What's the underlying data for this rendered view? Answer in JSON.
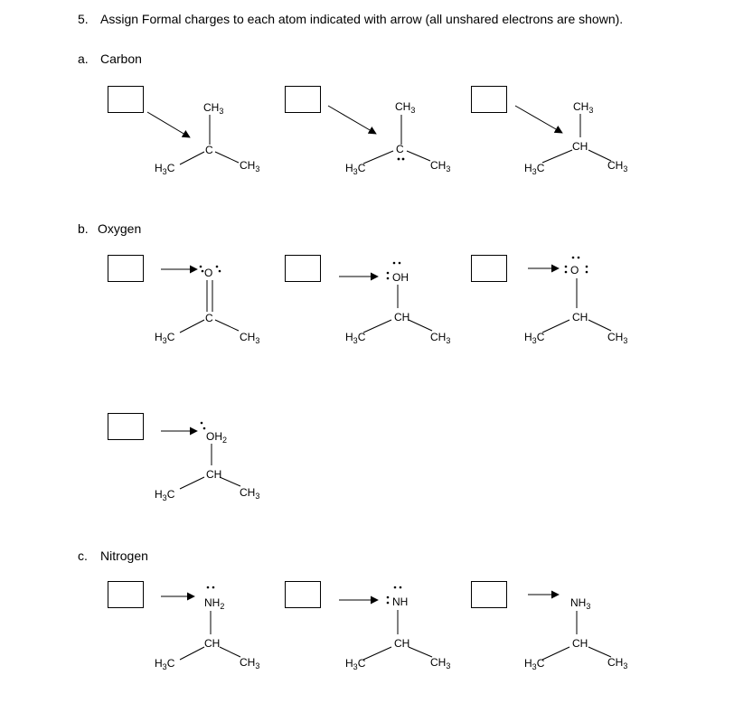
{
  "question": {
    "number": "5.",
    "text": "Assign Formal charges to each atom indicated with arrow (all unshared electrons are shown)."
  },
  "sections": [
    {
      "letter": "a.",
      "title": "Carbon"
    },
    {
      "letter": "b.",
      "title": "Oxygen"
    },
    {
      "letter": "c.",
      "title": "Nitrogen"
    }
  ],
  "labels": {
    "h3c_main": "H",
    "h3c_sub": "3",
    "h3c_tail": "C",
    "ch3_main": "CH",
    "ch3_sub": "3",
    "c": "C",
    "ch": "CH",
    "o": "O",
    "oh": "OH",
    "oh2_main": "OH",
    "oh2_sub": "2",
    "nh2_main": "NH",
    "nh2_sub": "2",
    "nh": "NH",
    "nh3_main": "NH",
    "nh3_sub": "3"
  },
  "answer_boxes": {
    "carbon": [
      "",
      "",
      ""
    ],
    "oxygen": [
      "",
      "",
      "",
      ""
    ],
    "nitrogen": [
      "",
      "",
      ""
    ]
  }
}
